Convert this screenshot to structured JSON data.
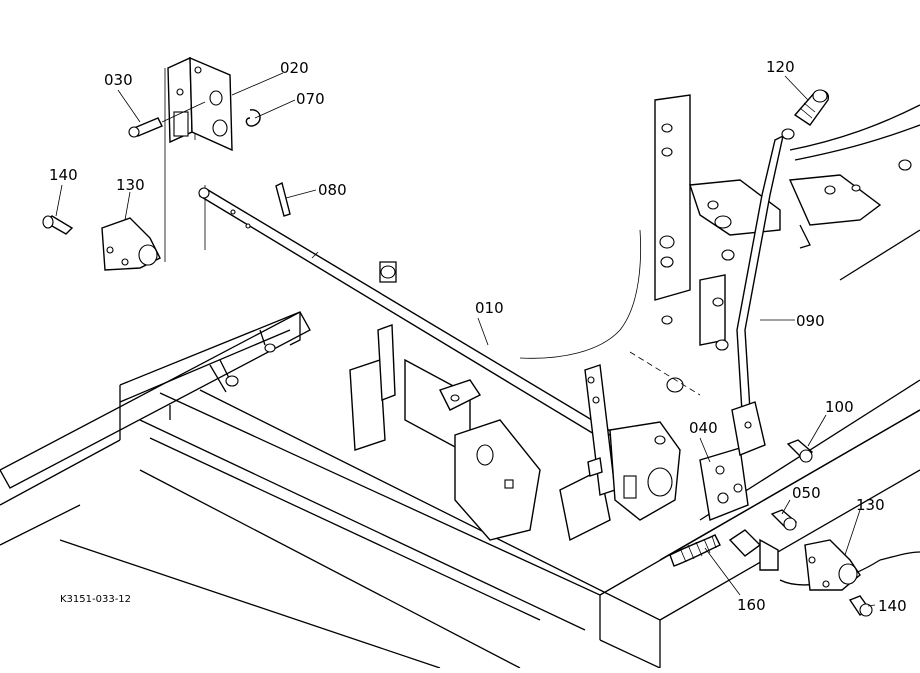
{
  "drawing_code": "K3151-033-12",
  "callouts": [
    {
      "label": "010"
    },
    {
      "label": "020"
    },
    {
      "label": "030"
    },
    {
      "label": "040"
    },
    {
      "label": "050"
    },
    {
      "label": "070"
    },
    {
      "label": "080"
    },
    {
      "label": "090"
    },
    {
      "label": "100"
    },
    {
      "label": "120"
    },
    {
      "label": "130"
    },
    {
      "label": "130"
    },
    {
      "label": "140"
    },
    {
      "label": "140"
    },
    {
      "label": "160"
    }
  ]
}
